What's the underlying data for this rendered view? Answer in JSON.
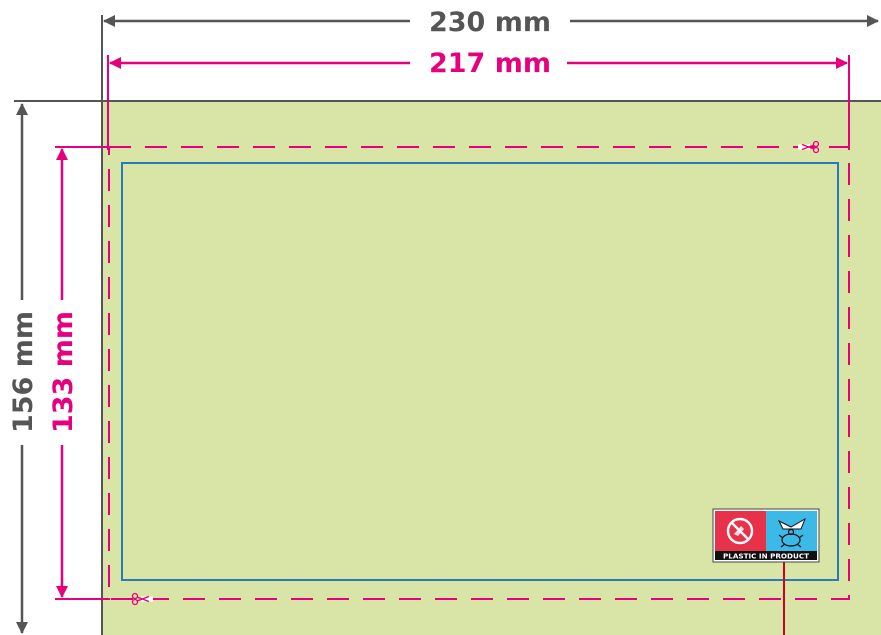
{
  "labels": {
    "outer_width": "230 mm",
    "inner_width": "217 mm",
    "outer_height": "156 mm",
    "inner_height": "133 mm",
    "badge_text": "PLASTIC IN PRODUCT"
  },
  "colors": {
    "background_fill": "#d9e5a7",
    "dimension_gray": "#555555",
    "cut_line_magenta": "#e6007e",
    "safe_area_blue": "#2a7ab8",
    "badge_red": "#e8324a",
    "badge_cyan": "#3cb9e6",
    "badge_black": "#111111",
    "leader_red": "#d2001e"
  },
  "icons": {
    "scissors_top": "scissors-icon",
    "scissors_bottom": "scissors-icon",
    "badge_left": "no-plastic-icon",
    "badge_right": "turtle-icon"
  }
}
